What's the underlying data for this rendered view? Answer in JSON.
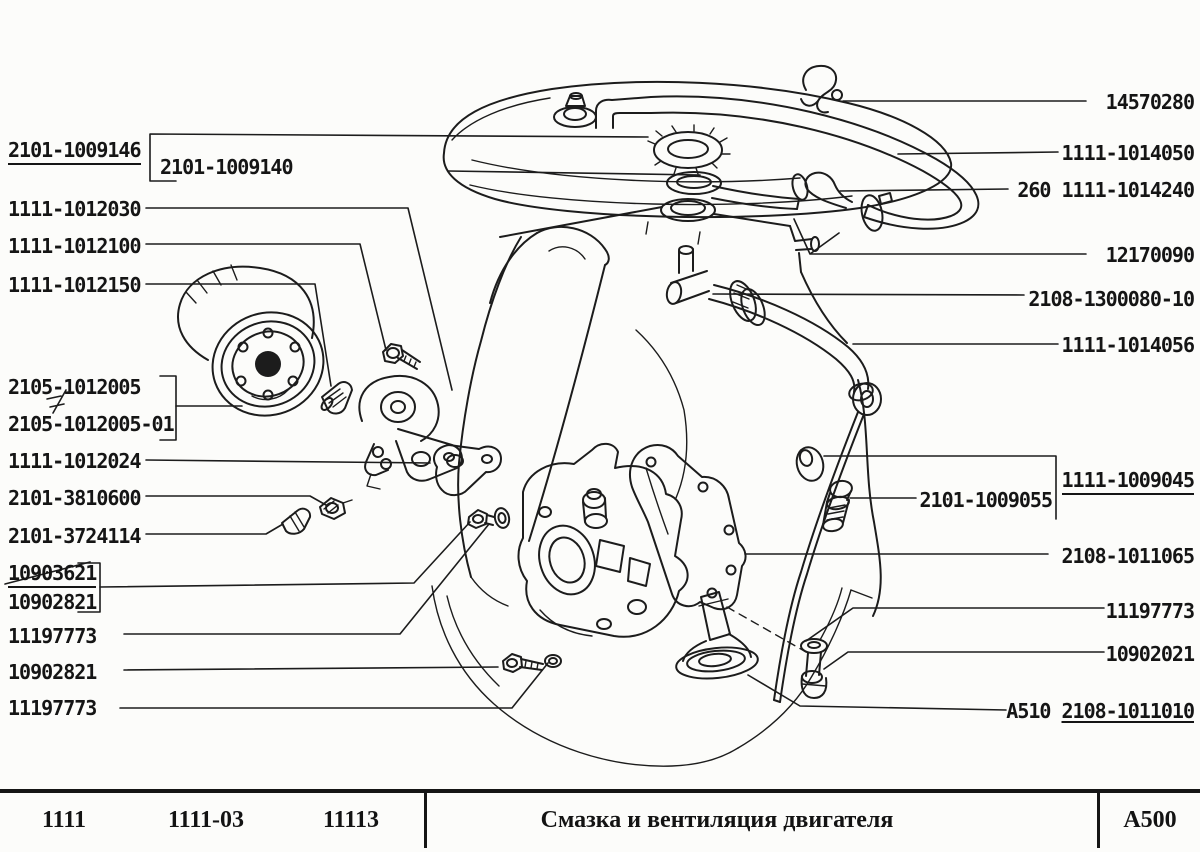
{
  "document": {
    "kind": "exploded-parts-diagram",
    "ink_color": "#1c1c1c",
    "paper_color": "#fcfcfa"
  },
  "labels": {
    "left": [
      {
        "part": "2101-1009146",
        "style": "underline"
      },
      {
        "part": "2101-1009140",
        "style": "boxed"
      },
      {
        "part": "1111-1012030",
        "style": "plain"
      },
      {
        "part": "1111-1012100",
        "style": "plain"
      },
      {
        "part": "1111-1012150",
        "style": "plain"
      },
      {
        "part": "2105-1012005",
        "style": "bracketed"
      },
      {
        "part": "2105-1012005-01",
        "style": "bracketed"
      },
      {
        "part": "1111-1012024",
        "style": "plain"
      },
      {
        "part": "2101-3810600",
        "style": "plain"
      },
      {
        "part": "2101-3724114",
        "style": "plain"
      },
      {
        "part": "10903621",
        "style": "underline-strikethrough"
      },
      {
        "part": "10902821",
        "style": "plain"
      },
      {
        "part": "11197773",
        "style": "plain"
      },
      {
        "part": "10902821",
        "style": "plain"
      },
      {
        "part": "11197773",
        "style": "plain"
      }
    ],
    "right": [
      {
        "part": "14570280",
        "style": "plain"
      },
      {
        "part": "1111-1014050",
        "style": "plain"
      },
      {
        "part": "260 1111-1014240",
        "style": "plain"
      },
      {
        "part": "12170090",
        "style": "plain"
      },
      {
        "part": "2108-1300080-10",
        "style": "plain"
      },
      {
        "part": "1111-1014056",
        "style": "plain"
      },
      {
        "part": "1111-1009045",
        "style": "underline"
      },
      {
        "part": "2101-1009055",
        "style": "bracketed"
      },
      {
        "part": "2108-1011065",
        "style": "plain"
      },
      {
        "part": "11197773",
        "style": "plain"
      },
      {
        "part": "10902021",
        "style": "plain"
      },
      {
        "prefix": "А510 ",
        "part": "2108-1011010",
        "style": "part-underline"
      }
    ]
  },
  "footer": {
    "models": [
      "1111",
      "1111-03",
      "11113"
    ],
    "title": "Смазка и вентиляция двигателя",
    "sheet_code": "А500"
  }
}
